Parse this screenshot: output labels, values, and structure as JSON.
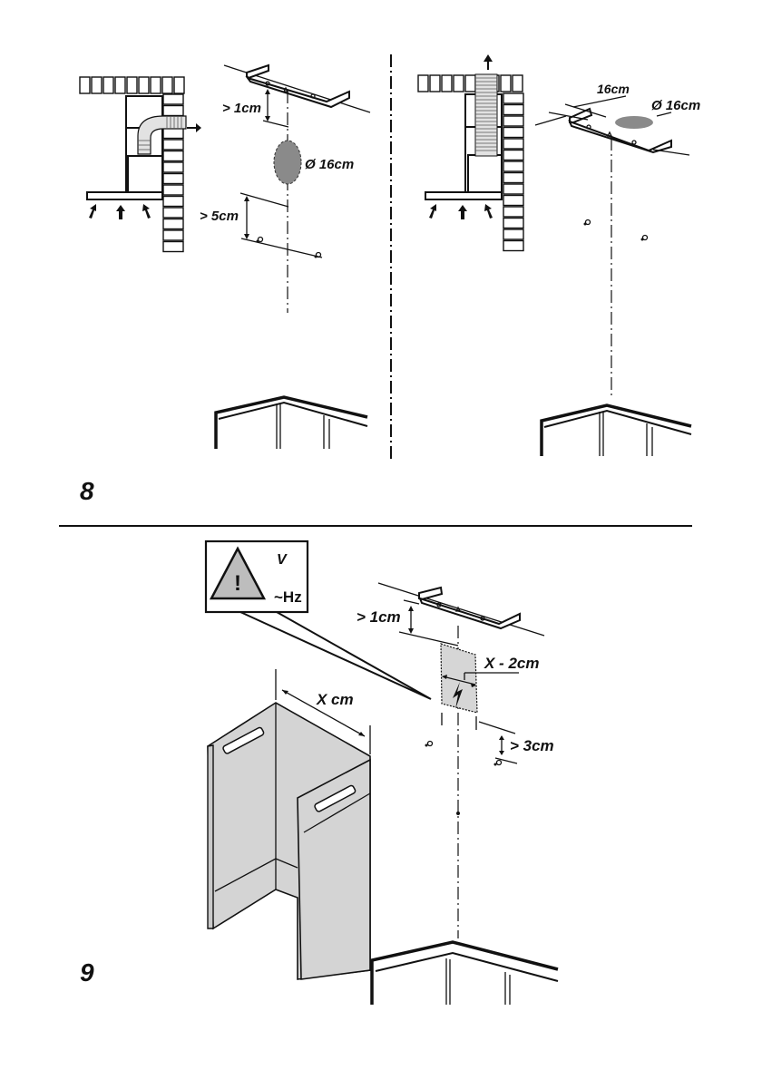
{
  "figures": [
    {
      "number": "8",
      "left_panel": {
        "labels": {
          "top_clearance": "> 1cm",
          "duct_diameter": "Ø 16cm",
          "bottom_clearance": "> 5cm"
        }
      },
      "right_panel": {
        "labels": {
          "offset": "16cm",
          "duct_diameter": "Ø 16cm"
        }
      }
    },
    {
      "number": "9",
      "warning_box": {
        "icon": "warning-triangle-icon",
        "symbol": "!",
        "voltage": "V",
        "frequency": "~Hz"
      },
      "labels": {
        "top_clearance": "> 1cm",
        "socket_width": "X - 2cm",
        "bottom_clearance": "> 3cm",
        "chimney_width": "X cm"
      },
      "power_icon": "lightning-bolt-icon"
    }
  ]
}
